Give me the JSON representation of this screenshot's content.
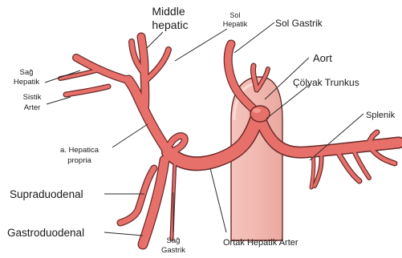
{
  "labels": {
    "middle_hepatic_1": "Middle",
    "middle_hepatic_2": "hepatic",
    "sol_hepatik_1": "Sol",
    "sol_hepatik_2": "Hepatik",
    "sol_gastrik": "Sol Gastrik",
    "aort": "Aort",
    "colyak_trunkus": "Çölyak Trunkus",
    "splenik": "Splenik",
    "sag_hepatik_1": "Sağ",
    "sag_hepatik_2": "Hepatik",
    "sistik_arter_1": "Sistik",
    "sistik_arter_2": "Arter",
    "hepatica_propria_1": "a. Hepatica",
    "hepatica_propria_2": "propria",
    "supraduodenal": "Supraduodenal",
    "gastroduodenal": "Gastroduodenal",
    "sag_gastrik_1": "Sağ",
    "sag_gastrik_2": "Gastrik",
    "ortak_hepatik_arter": "Ortak Hepatik Arter"
  },
  "colors": {
    "vessel_fill": "#e8706b",
    "vessel_outline": "#6a2a28",
    "aorta_fill": "#f1b8b0",
    "leader_line": "#2b2b2b"
  }
}
